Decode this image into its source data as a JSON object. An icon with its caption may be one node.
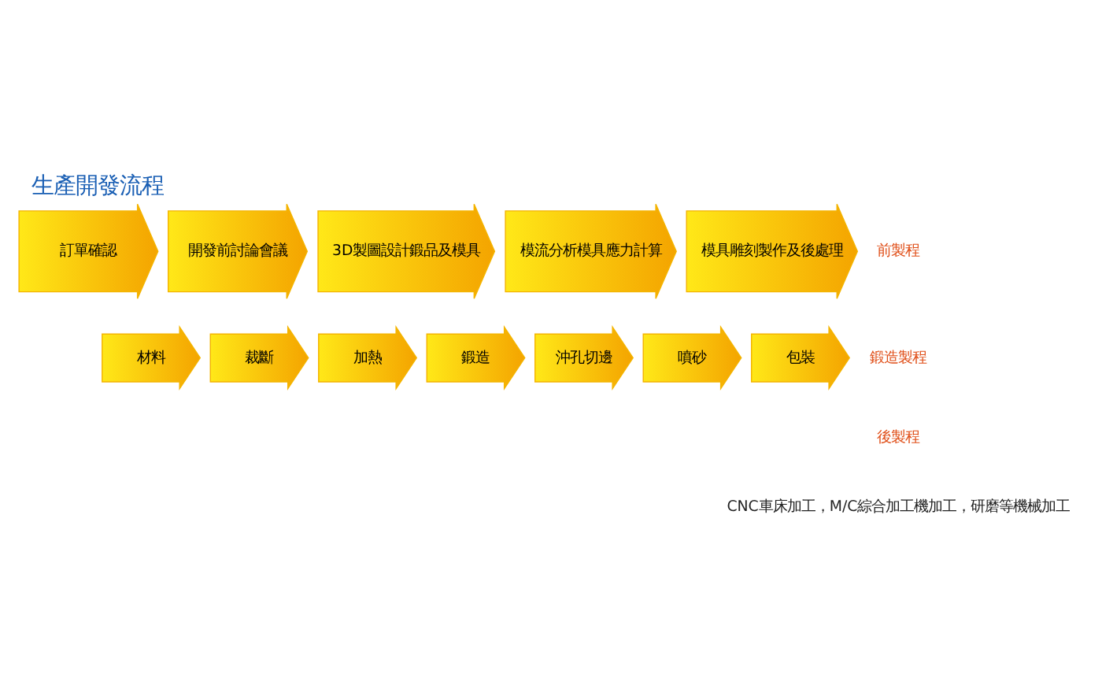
{
  "diagram": {
    "title": "生產開發流程",
    "nodes": [
      {
        "text": [
          "訂單確認"
        ]
      },
      {
        "text": [
          "開發前討論會議"
        ]
      },
      {
        "text": [
          "3D製圖設計鍛品及模具"
        ]
      },
      {
        "text": [
          "模流分析模具應力計算"
        ]
      },
      {
        "text": [
          "模具雕刻製作及後處理"
        ]
      },
      {
        "text": [
          "材料"
        ]
      },
      {
        "text": [
          "裁斷"
        ]
      },
      {
        "text": [
          "加熱"
        ]
      },
      {
        "text": [
          "鍛造"
        ]
      },
      {
        "text": [
          "沖孔切邊"
        ]
      },
      {
        "text": [
          "噴砂"
        ]
      },
      {
        "text": [
          "包裝"
        ]
      }
    ],
    "labels": [
      "前製程",
      "鍛造製程",
      "後製程",
      "CNC車床加工，M/C綜合加工機加工，研磨等機械加工"
    ]
  }
}
